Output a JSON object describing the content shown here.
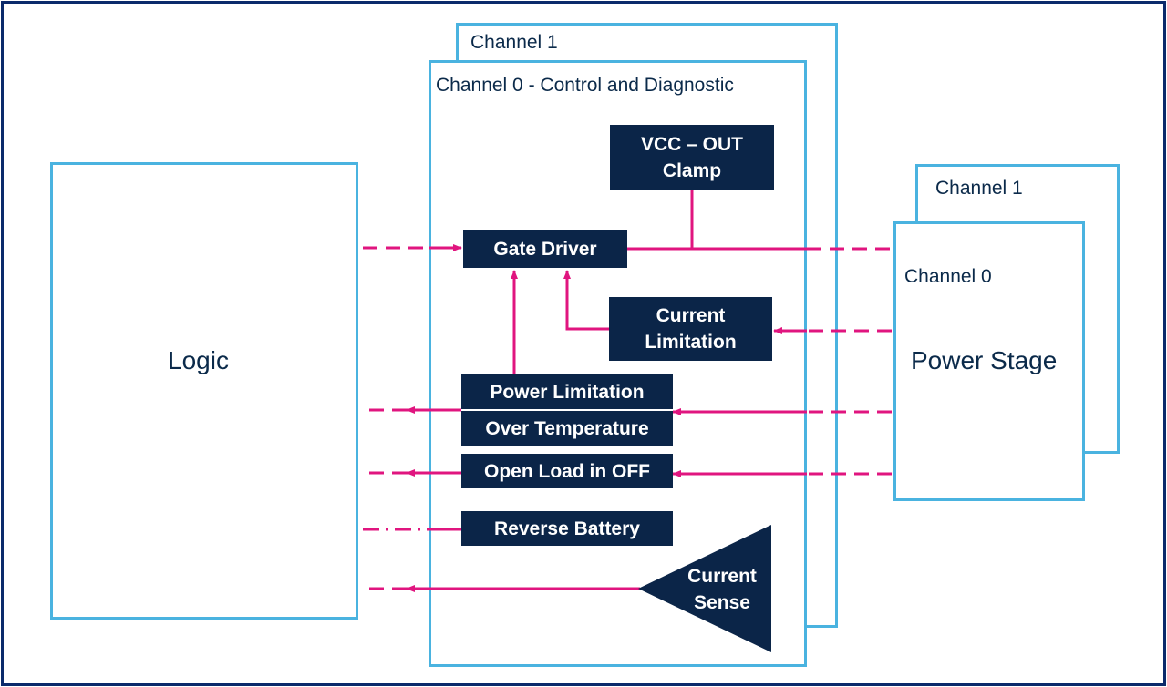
{
  "logic": {
    "label": "Logic"
  },
  "control": {
    "channel1_label": "Channel 1",
    "channel0_label": "Channel 0 - Control and Diagnostic"
  },
  "power": {
    "channel1_label": "Channel 1",
    "channel0_label": "Channel 0",
    "stage_label": "Power Stage"
  },
  "blocks": {
    "vcc_clamp_line1": "VCC – OUT",
    "vcc_clamp_line2": "Clamp",
    "gate_driver": "Gate Driver",
    "current_limitation_line1": "Current",
    "current_limitation_line2": "Limitation",
    "power_limitation": "Power Limitation",
    "over_temperature": "Over Temperature",
    "open_load": "Open Load in OFF",
    "reverse_battery": "Reverse Battery",
    "current_sense_line1": "Current",
    "current_sense_line2": "Sense"
  },
  "colors": {
    "outline": "#4ab3e0",
    "block_fill": "#0b2548",
    "wire": "#e0157f",
    "frame": "#0b2a6b",
    "text": "#0b2a4a"
  }
}
